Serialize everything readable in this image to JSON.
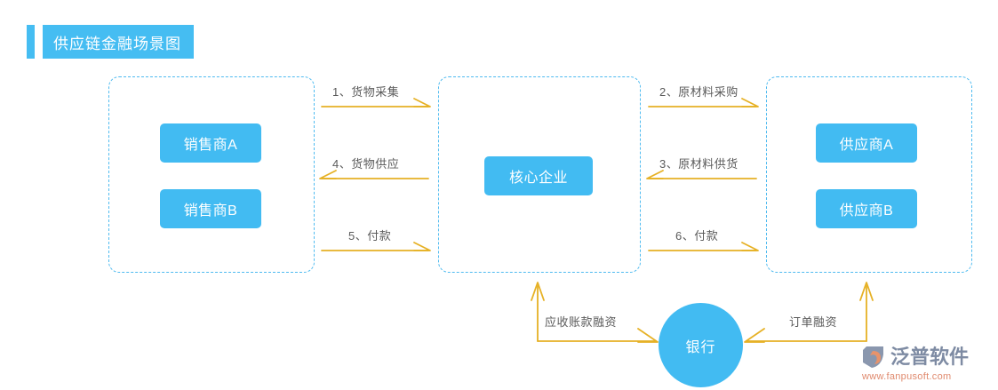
{
  "header": {
    "title": "供应链金融场景图",
    "accent_color": "#45BDF2",
    "title_text_color": "#ffffff"
  },
  "theme": {
    "blue": "#42BBF2",
    "dashed_border": "#4FBBF0",
    "arrow_gold": "#E6B125",
    "label_gray": "#5B5B5B",
    "background": "#ffffff"
  },
  "panels": [
    {
      "id": "panel-left",
      "name": "sellers-group"
    },
    {
      "id": "panel-mid",
      "name": "core-enterprise-group"
    },
    {
      "id": "panel-right",
      "name": "suppliers-group"
    }
  ],
  "entities": {
    "seller_a": "销售商A",
    "seller_b": "销售商B",
    "core": "核心企业",
    "supplier_a": "供应商A",
    "supplier_b": "供应商B",
    "bank": "银行"
  },
  "flows": [
    {
      "key": "f1",
      "label": "1、货物采集",
      "direction": "right",
      "from": "core",
      "to": "sellers"
    },
    {
      "key": "f4",
      "label": "4、货物供应",
      "direction": "left",
      "from": "sellers",
      "to": "core"
    },
    {
      "key": "f5",
      "label": "5、付款",
      "direction": "right",
      "from": "sellers",
      "to": "core"
    },
    {
      "key": "f2",
      "label": "2、原材料采购",
      "direction": "right",
      "from": "core",
      "to": "suppliers"
    },
    {
      "key": "f3",
      "label": "3、原材料供货",
      "direction": "left",
      "from": "suppliers",
      "to": "core"
    },
    {
      "key": "f6",
      "label": "6、付款",
      "direction": "right",
      "from": "core",
      "to": "suppliers"
    }
  ],
  "finance_flows": [
    {
      "key": "ar",
      "label": "应收账款融资",
      "from": "bank",
      "to": "core-enterprise-group"
    },
    {
      "key": "ord",
      "label": "订单融资",
      "from": "bank",
      "to": "suppliers-group"
    }
  ],
  "logo": {
    "name": "泛普软件",
    "url": "www.fanpusoft.com",
    "mark_color": "#8A97AE",
    "swoosh_color": "#E8936B",
    "text_color": "#7E8BA3",
    "url_color": "#E08A6E"
  }
}
